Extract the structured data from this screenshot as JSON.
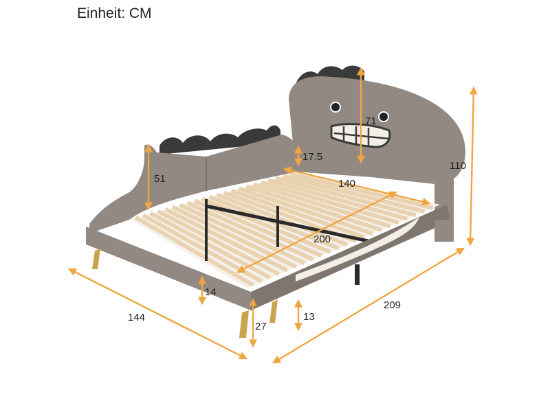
{
  "title": "Einheit: CM",
  "dimensions": {
    "headboard_height": "71",
    "side_rail_height": "51",
    "panel_gap": "17.5",
    "inner_width": "140",
    "inner_length": "200",
    "overall_height": "110",
    "overall_width": "144",
    "overall_length": "209",
    "frame_height": "14",
    "leg_height": "27",
    "under_bed_clearance": "13"
  },
  "colors": {
    "frame": "#928a82",
    "frame_dark": "#6f6861",
    "spikes": "#3a3a3a",
    "slats": "#e9d2b0",
    "legs": "#c9a34e",
    "arrow": "#f0a542"
  }
}
